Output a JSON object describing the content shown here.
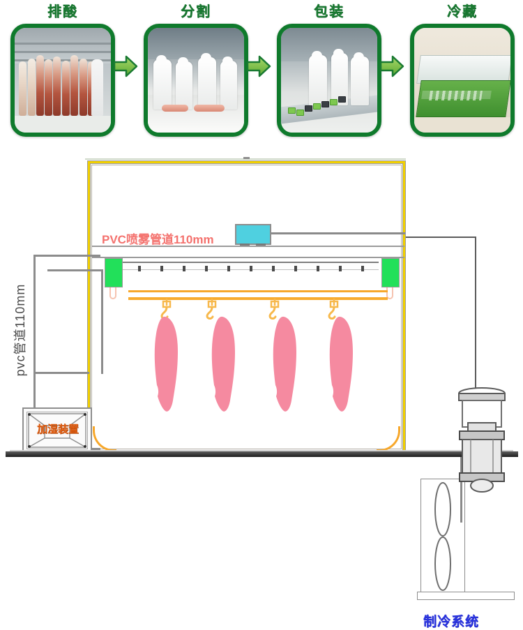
{
  "process": {
    "steps": [
      {
        "label": "排酸",
        "photo": "hanging-carcasses-chilling-room",
        "name": "acid-removal"
      },
      {
        "label": "分割",
        "photo": "workers-cutting-meat-line",
        "name": "cutting"
      },
      {
        "label": "包装",
        "photo": "workers-packaging-trays-conveyor",
        "name": "packaging"
      },
      {
        "label": "冷藏",
        "photo": "green-refrigerated-display-case",
        "name": "refrigerated-storage"
      }
    ],
    "arrow_icon": "right-arrow-icon",
    "arrow_count": 3,
    "frame_color": "#0f7a2c",
    "label_color": "#1a7a32"
  },
  "diagram": {
    "spray_pipe_label": "PVC喷雾管道110mm",
    "spray_pipe_label_color": "#f4726e",
    "vertical_pipe_label": "pvc管道110mm",
    "vertical_pipe_label_color": "#4a4a4a",
    "humidifier_label": "加湿装置",
    "humidifier_label_color": "#e35f12",
    "cooling_label": "制冷系统",
    "cooling_label_color": "#2b35e0",
    "room_frame_color": "#f2d000",
    "green_block_color": "#22e05a",
    "rail_color": "#f7a72a",
    "device_box_color": "#4fd0e0",
    "carcass_color": "#f58aa0",
    "nozzle_count": 12,
    "carcass_count": 4,
    "hook_count": 4
  }
}
